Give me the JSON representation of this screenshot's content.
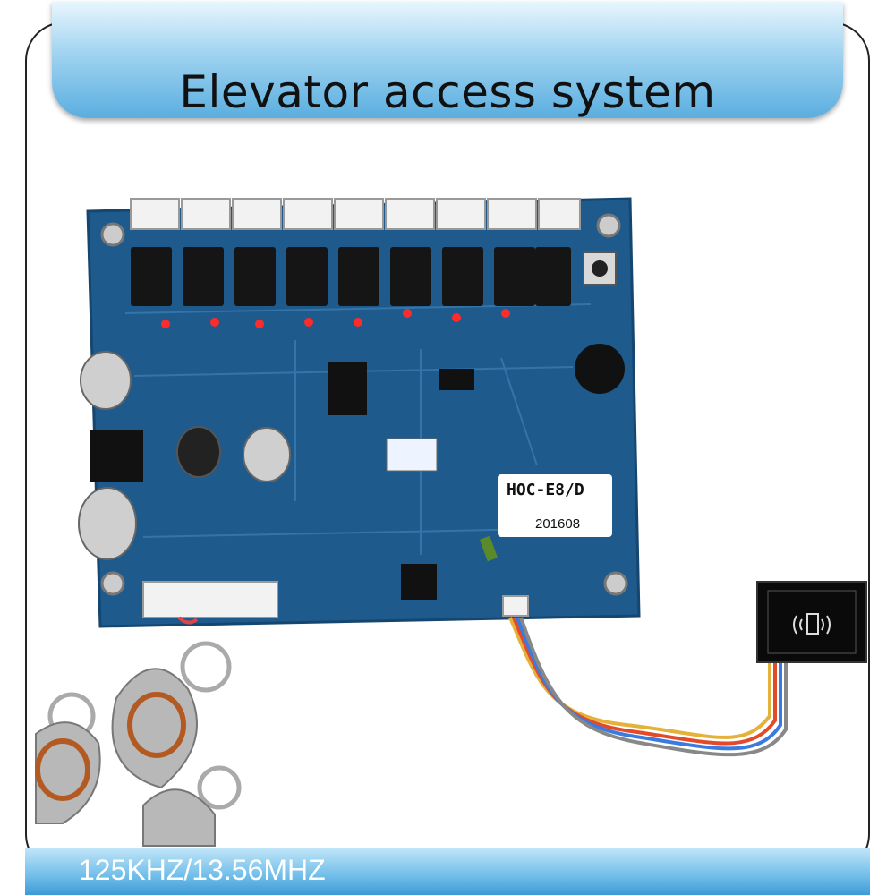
{
  "header": {
    "title": "Elevator access system"
  },
  "board": {
    "model_label": "HOC-E8/D",
    "date_label": "201608"
  },
  "footer": {
    "frequency_text": "125KHZ/13.56MHZ"
  },
  "colors": {
    "banner_blue": "#5aaee0",
    "pcb_blue": "#1f5a8c",
    "led_red": "#ff2a2a"
  },
  "icons": {
    "reader": "rfid-reader-icon",
    "keyfob": "rfid-keyfob-icon"
  }
}
